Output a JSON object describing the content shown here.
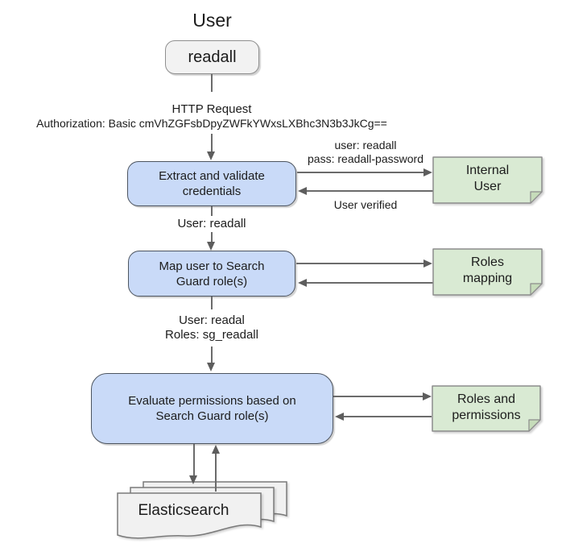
{
  "title": "User",
  "actor": {
    "label": "readall"
  },
  "request": {
    "title": "HTTP Request",
    "auth_header": "Authorization: Basic cmVhZGFsbDpyZWFkYWxsLXBhc3N3b3JkCg=="
  },
  "flow": {
    "extract": {
      "label": "Extract and validate\ncredentials",
      "out_label": "user: readall\npass: readall-password",
      "return_label": "User verified",
      "result_label": "User: readall",
      "store_label": "Internal\nUser"
    },
    "map": {
      "label": "Map user to Search\nGuard role(s)",
      "result_label": "User: readal\nRoles: sg_readall",
      "store_label": "Roles\nmapping"
    },
    "evaluate": {
      "label": "Evaluate permissions based on\nSearch Guard role(s)",
      "store_label": "Roles and\npermissions"
    }
  },
  "backend": {
    "label": "Elasticsearch"
  },
  "colors": {
    "process_fill": "#c9daf8",
    "process_border": "#4d5560",
    "store_fill": "#d9ead3",
    "store_fold_fill": "#c6dcba",
    "store_border": "#8c8c8c",
    "actor_fill": "#f2f2f2",
    "document_fill": "#f1f1f1",
    "arrow": "#5d5d5d",
    "text": "#1c1c1c"
  }
}
